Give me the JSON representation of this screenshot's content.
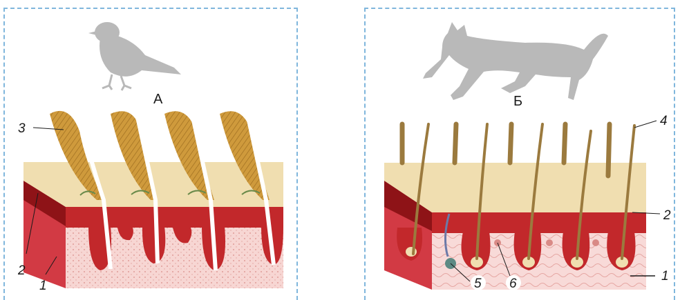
{
  "panels": [
    {
      "label": "А",
      "animal": "bird-silhouette",
      "callouts": [
        "3",
        "2",
        "1"
      ]
    },
    {
      "label": "Б",
      "animal": "cat-silhouette",
      "callouts": [
        "4",
        "2",
        "1",
        "5",
        "6"
      ]
    }
  ],
  "colors": {
    "frame": "#7fb6dc",
    "silhouette": "#b9b9b9",
    "epidermis": "#f0deb0",
    "dermis": "#c2282b",
    "subcutis": "#f6d2d0",
    "feather": "#c89437",
    "hair": "#9b7a3e"
  }
}
